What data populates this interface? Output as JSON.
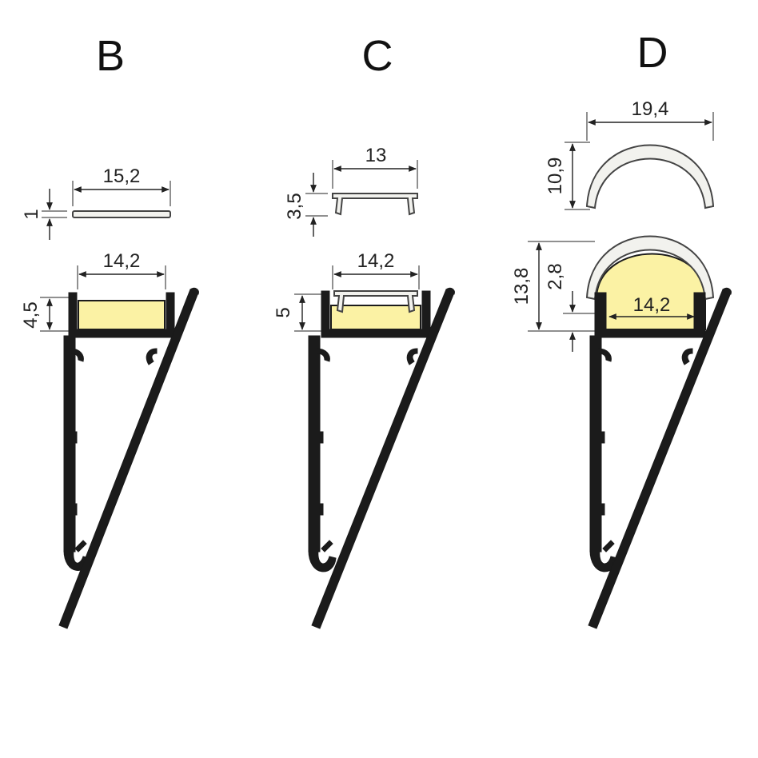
{
  "profiles": [
    {
      "label": "B",
      "cover_width": "15,2",
      "cover_thickness": "1",
      "channel_width": "14,2",
      "channel_depth": "4,5"
    },
    {
      "label": "C",
      "cover_width": "13",
      "cover_height": "3,5",
      "channel_width": "14,2",
      "channel_depth": "5"
    },
    {
      "label": "D",
      "cover_width": "19,4",
      "cover_height": "10,9",
      "total_height": "13,8",
      "offset_height": "2,8",
      "channel_width": "14,2"
    }
  ],
  "colors": {
    "led_fill": "#fbf2a4",
    "profile": "#1b1b1b",
    "cover": "#f2f2ee"
  }
}
